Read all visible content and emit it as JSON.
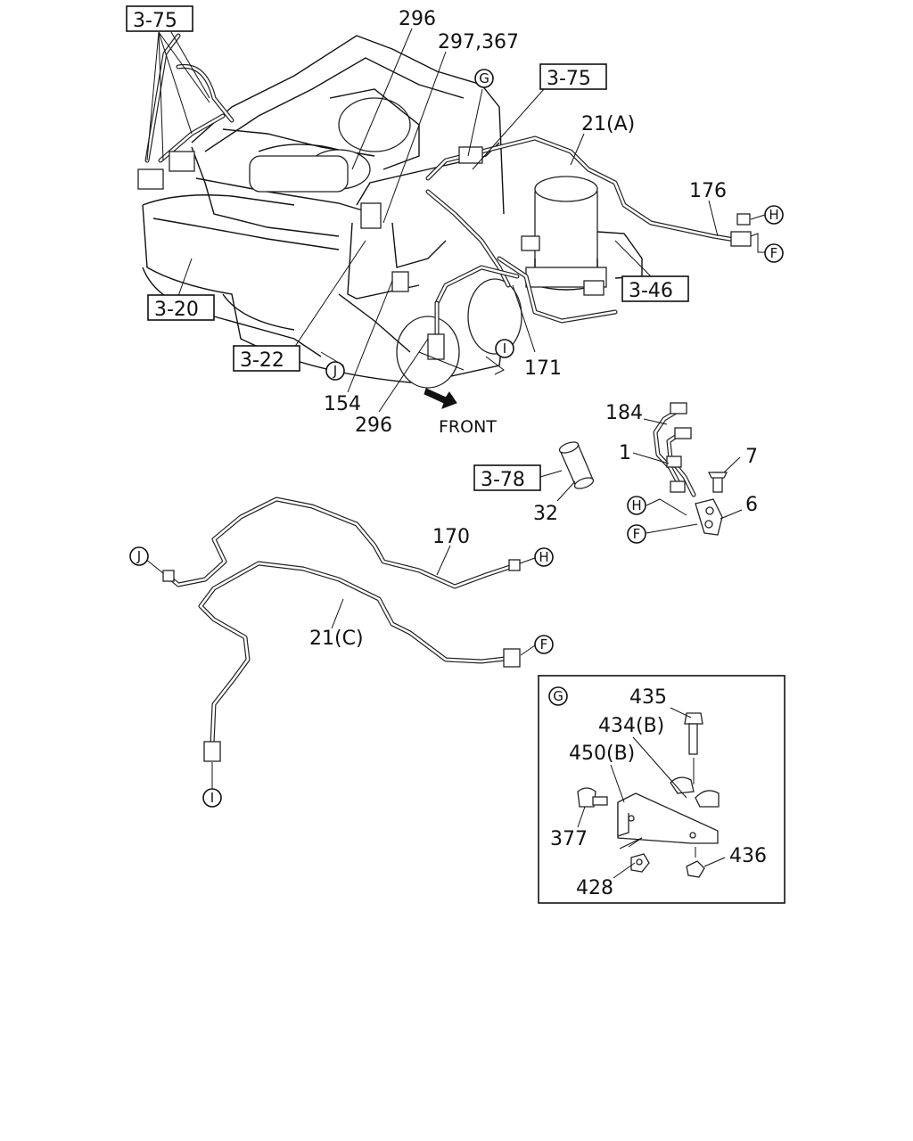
{
  "refs": {
    "ref_3_75_top_left": "3-75",
    "ref_3_75_top_mid": "3-75",
    "ref_3_20": "3-20",
    "ref_3_22": "3-22",
    "ref_3_46": "3-46",
    "ref_3_78": "3-78"
  },
  "parts": {
    "p296_top": "296",
    "p297_367": "297,367",
    "p21a": "21(A)",
    "p176": "176",
    "p154": "154",
    "p296_bottom": "296",
    "p171": "171",
    "p184": "184",
    "p1": "1",
    "p7": "7",
    "p6": "6",
    "p32": "32",
    "p170": "170",
    "p21c": "21(C)",
    "p435": "435",
    "p434b": "434(B)",
    "p450b": "450(B)",
    "p377": "377",
    "p436": "436",
    "p428": "428"
  },
  "markers": {
    "G": "G",
    "H": "H",
    "F": "F",
    "I": "I",
    "J": "J"
  },
  "front_label": "FRONT"
}
